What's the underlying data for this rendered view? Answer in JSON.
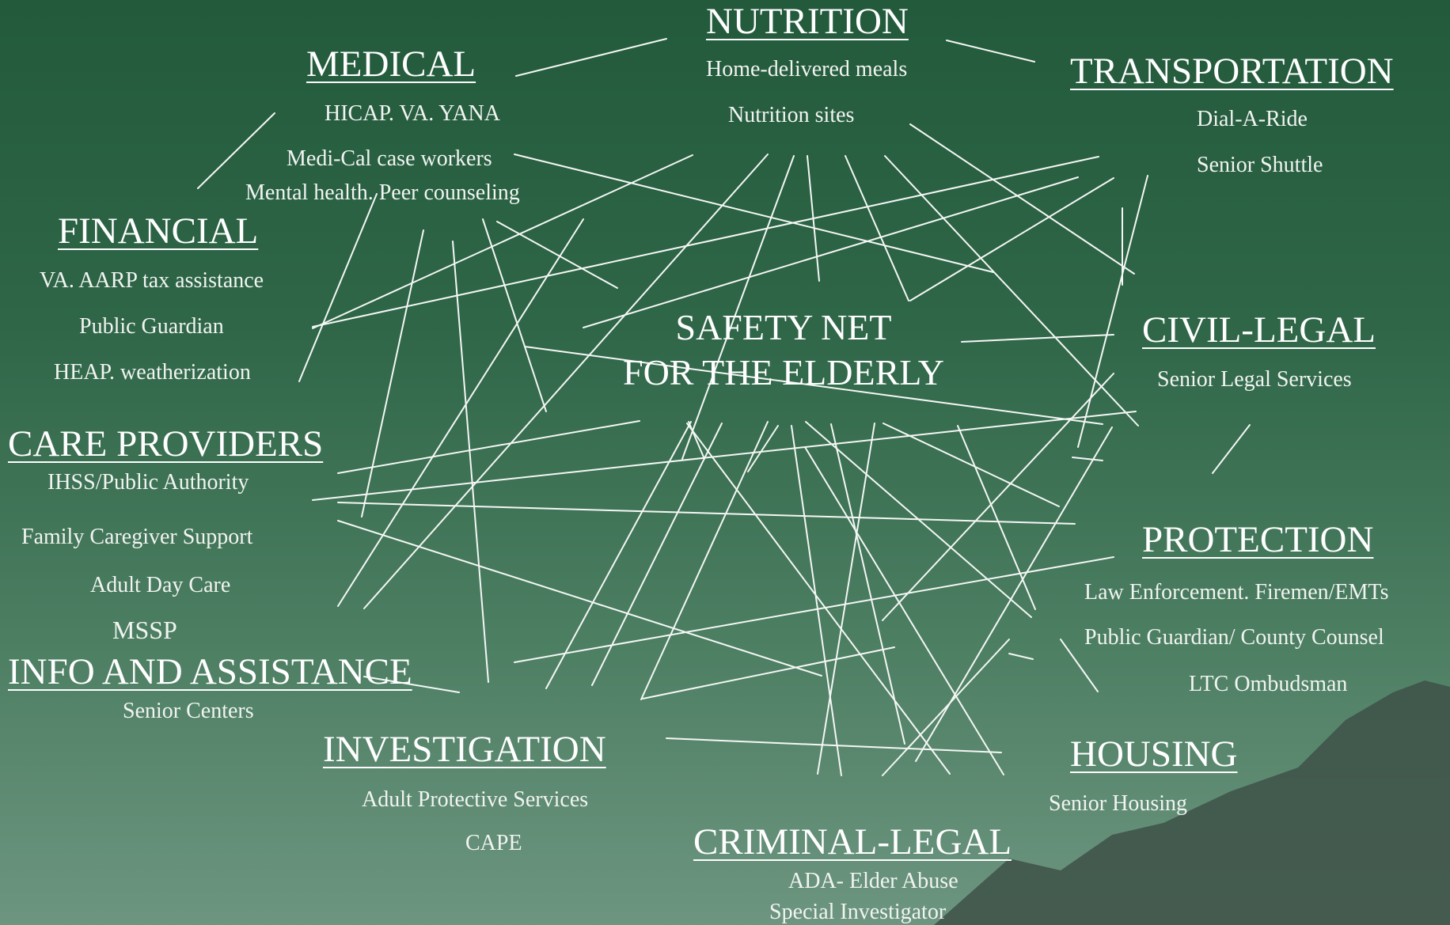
{
  "center": {
    "line1": "SAFETY NET",
    "line2": "FOR THE ELDERLY"
  },
  "nutrition": {
    "title": "NUTRITION",
    "items": [
      "Home-delivered meals",
      "Nutrition sites"
    ]
  },
  "medical": {
    "title": "MEDICAL",
    "items": [
      "HICAP.  VA. YANA",
      "Medi-Cal case workers",
      "Mental health. Peer counseling"
    ]
  },
  "transportation": {
    "title": "TRANSPORTATION",
    "items": [
      "Dial-A-Ride",
      "Senior Shuttle"
    ]
  },
  "financial": {
    "title": "FINANCIAL",
    "items": [
      "VA.  AARP tax assistance",
      "Public Guardian",
      "HEAP. weatherization"
    ]
  },
  "civil_legal": {
    "title": "CIVIL-LEGAL",
    "items": [
      "Senior Legal Services"
    ]
  },
  "care_providers": {
    "title": "CARE PROVIDERS",
    "items": [
      "IHSS/Public Authority",
      "Family Caregiver Support",
      "Adult Day Care",
      "MSSP"
    ]
  },
  "protection": {
    "title": "PROTECTION",
    "items": [
      "Law Enforcement. Firemen/EMTs",
      "Public Guardian/ County Counsel",
      "LTC Ombudsman"
    ]
  },
  "info_assistance": {
    "title": "INFO AND ASSISTANCE",
    "items": [
      "Senior Centers"
    ]
  },
  "investigation": {
    "title": "INVESTIGATION",
    "items": [
      "Adult Protective Services",
      "CAPE"
    ]
  },
  "housing": {
    "title": "HOUSING",
    "items": [
      "Senior Housing"
    ]
  },
  "criminal_legal": {
    "title": "CRIMINAL-LEGAL",
    "items": [
      "ADA- Elder Abuse",
      "Special Investigator"
    ]
  }
}
